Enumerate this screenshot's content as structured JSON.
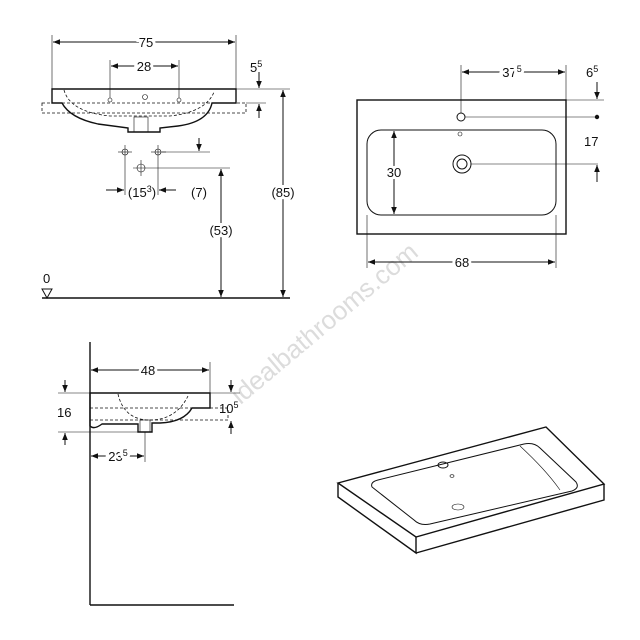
{
  "watermark": "idealbathrooms.com",
  "front_view": {
    "width": "75",
    "holes": "28",
    "rim_main": "5",
    "rim_sup": "5",
    "height_total": "(85)",
    "height_floor": "(53)",
    "offset_main": "(15",
    "offset_sup": "3",
    "offset_close": ")",
    "depth_small": "(7)",
    "floor_label": "0"
  },
  "top_view": {
    "tap_main": "37",
    "tap_sup": "5",
    "edge_main": "6",
    "edge_sup": "5",
    "tap_depth": "17",
    "bowl_depth": "30",
    "bowl_width": "68"
  },
  "side_view": {
    "depth": "48",
    "height": "16",
    "rim_main": "10",
    "rim_sup": "5",
    "waste_main": "23",
    "waste_sup": "5"
  }
}
